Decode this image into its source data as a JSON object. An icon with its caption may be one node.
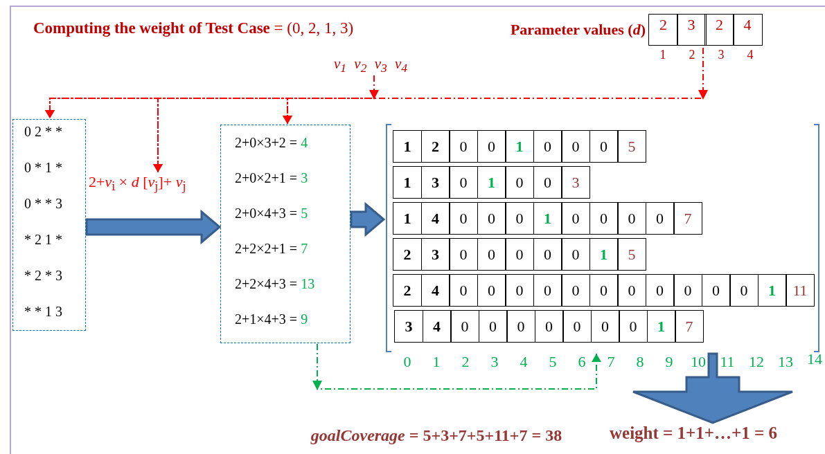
{
  "diagram": {
    "title": "**Computing the weight of Test Case** = (0, 2, 1, 3)",
    "nodes": [
      {
        "text": [
          "Parameter values (*d*)",
          "2",
          "3",
          "2",
          "4"
        ],
        "beside": [
          "1",
          "2",
          "3",
          "4"
        ]
      },
      {
        "text": [
          "v$_{1}$ v$_{2}$ v$_{3}$ v$_{4}$"
        ]
      },
      {
        "text": [
          "0 2 * *",
          "0 * 1 *",
          "0 * * 3",
          "* 2 1 *",
          "* 2 * 3",
          "* * 1 3"
        ]
      },
      {
        "text": [
          "2+*v*$_{i}$ × *d* [*v*$_{j}$]+ *v*$_{j}$"
        ]
      },
      {
        "text": [
          "2+0×3+2 = 4",
          "2+0×2+1 = 3",
          "2+0×4+3 = 5",
          "2+2×2+1 = 7",
          "2+2×4+3 = 13",
          "2+1×4+3 = 9"
        ]
      },
      {
        "text": [],
        "shape": "box"
      },
      {
        "text": [
          "1",
          "2",
          "0",
          "0",
          "1",
          "0",
          "0",
          "0",
          "5"
        ],
        "in": 5
      },
      {
        "text": [
          "1",
          "3",
          "0",
          "1",
          "0",
          "0",
          "3"
        ],
        "in": 5
      },
      {
        "text": [
          "1",
          "4",
          "0",
          "0",
          "0",
          "1",
          "0",
          "0",
          "0",
          "0",
          "7"
        ],
        "in": 5
      },
      {
        "text": [
          "2",
          "3",
          "0",
          "0",
          "0",
          "0",
          "0",
          "1",
          "5"
        ],
        "in": 5
      },
      {
        "text": [
          "2",
          "4",
          "0",
          "0",
          "0",
          "0",
          "0",
          "0",
          "0",
          "0",
          "0",
          "0",
          "0",
          "1",
          "11"
        ],
        "in": 5
      },
      {
        "text": [
          "3",
          "4",
          "0",
          "0",
          "0",
          "0",
          "0",
          "0",
          "0",
          "1",
          "7"
        ],
        "in": 5
      },
      {
        "text": [
          "weight = 1+1+…+1 = 6"
        ]
      }
    ],
    "edges": [
      {
        "from": 0,
        "to": 2,
        "arrow": "to",
        "style": "dashed"
      },
      {
        "from": 0,
        "to": 3,
        "arrow": "to",
        "style": "dashed"
      },
      {
        "from": 0,
        "to": 4,
        "arrow": "to",
        "style": "dashed"
      },
      {
        "from": 1,
        "to": 2,
        "arrow": "to",
        "style": "dashed"
      },
      {
        "from": 1,
        "to": 3,
        "arrow": "to",
        "style": "dashed"
      },
      {
        "from": 1,
        "to": 4,
        "arrow": "to",
        "style": "dashed"
      },
      {
        "from": 2,
        "to": 4,
        "arrow": "to",
        "style": "thick",
        "color": "#4f81bd"
      },
      {
        "from": 4,
        "to": 5,
        "arrow": "to",
        "style": "thick",
        "color": "#4f81bd"
      },
      {
        "from": 4,
        "to": 5,
        "arrow": "to",
        "style": "dashed",
        "color": "#00b050"
      },
      {
        "from": 5,
        "to": 12,
        "arrow": "to",
        "style": "thick",
        "color": "#4f81bd"
      }
    ],
    "labels": [
      "0",
      "1",
      "2",
      "3",
      "4",
      "5",
      "6",
      "7",
      "8",
      "9",
      "10",
      "11",
      "12",
      "13",
      "14",
      "*goalCoverage* = 5+3+7+5+11+7 = 38"
    ]
  }
}
